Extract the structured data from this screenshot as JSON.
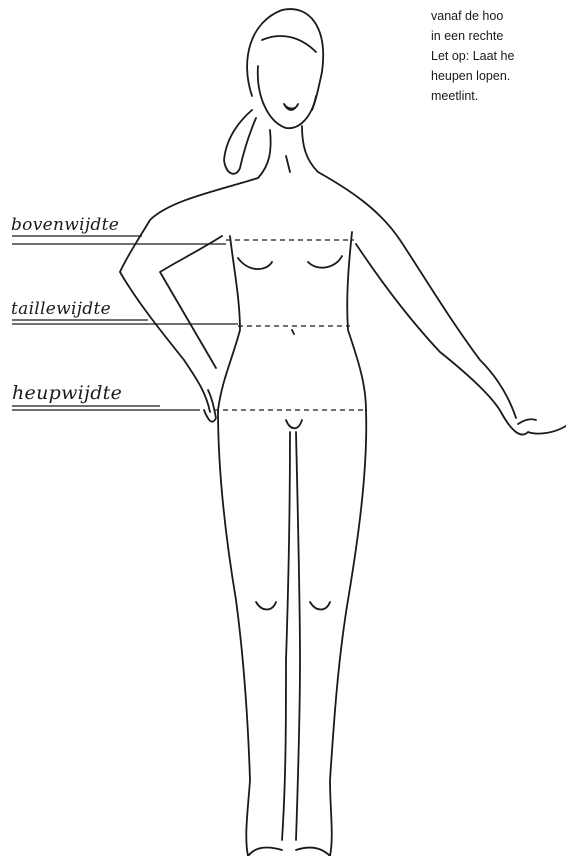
{
  "labels": {
    "bust": "bovenwijdte",
    "waist": "taillewijdte",
    "hip": "heupwijdte"
  },
  "instructions": {
    "lines": [
      "vanaf de hoo",
      "in een rechte",
      "Let op: Laat he",
      "heupen lopen.",
      "meetlint."
    ]
  }
}
